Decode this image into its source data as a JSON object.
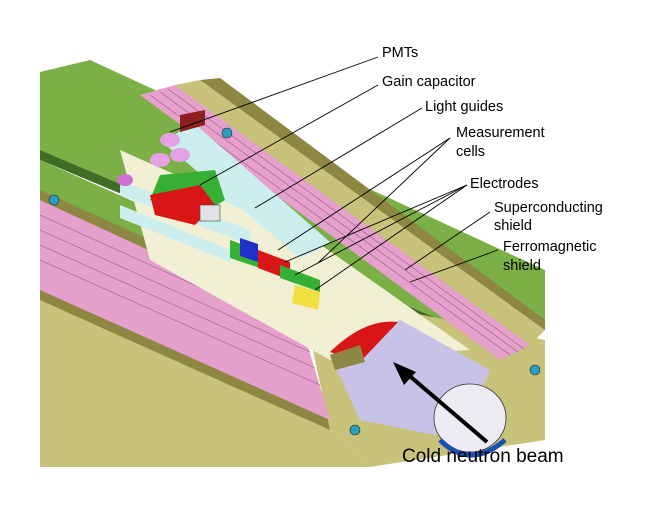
{
  "labels": {
    "pmts": "PMTs",
    "gain_capacitor": "Gain capacitor",
    "light_guides": "Light guides",
    "measurement_cells_1": "Measurement",
    "measurement_cells_2": "cells",
    "electrodes": "Electrodes",
    "superconducting_shield_1": "Superconducting",
    "superconducting_shield_2": "shield",
    "ferromagnetic_shield_1": "Ferromagnetic",
    "ferromagnetic_shield_2": "shield",
    "beam": "Cold neutron beam"
  },
  "colors": {
    "outer_shell": "#7bb046",
    "shell_dark": "#3f6d25",
    "olive": "#c9c27a",
    "olive_dark": "#8e8744",
    "pink": "#e6a0cc",
    "lavender": "#c7c2e6",
    "inner_cream": "#f1f0d4",
    "support_blue": "#1f2ed6",
    "red": "#d81616",
    "cyan": "#cdeeee",
    "blue_edge": "#1c4fb4"
  }
}
